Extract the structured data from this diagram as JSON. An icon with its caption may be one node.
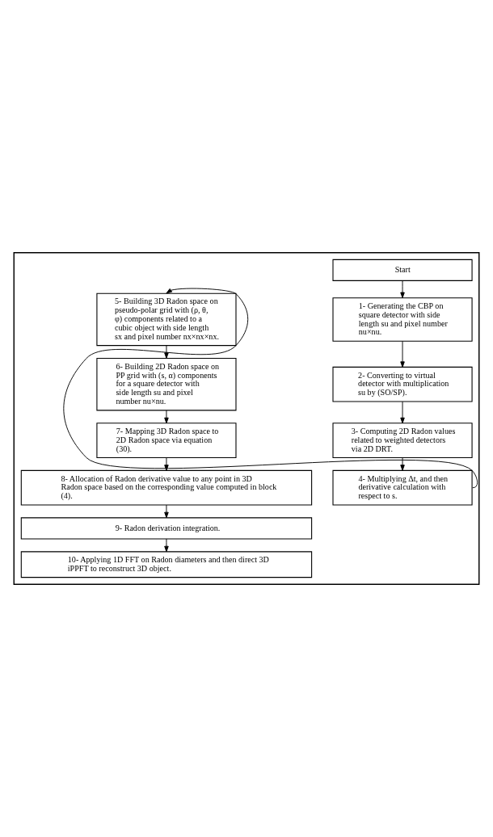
{
  "diagram": {
    "nodes": [
      {
        "text": [],
        "shape": "box"
      },
      {
        "text": [
          "Start"
        ],
        "in": 0
      },
      {
        "text": [
          "1- Generating the CBP on square detector with side length su and pixel number nu×nu."
        ],
        "in": 0
      },
      {
        "text": [
          "2- Converting to virtual detector with multiplication su by (SO/SP)."
        ],
        "in": 0
      },
      {
        "text": [
          "3- Computing 2D Radon values related to weighted detectors via 2D DRT."
        ],
        "in": 0
      },
      {
        "text": [
          "4- Multiplying Δt, and then derivative calculation with respect to s."
        ],
        "in": 0
      },
      {
        "text": [
          "5- Building 3D Radon space on pseudo-polar grid with (ρ, θ, φ) components related to a cubic object with side length sx and pixel number nx×nx×nx."
        ],
        "in": 0
      },
      {
        "text": [
          "6- Building 2D Radon space on PP grid with (s, α) components for a square detector with side length su and pixel number nu×nu."
        ],
        "in": 0
      },
      {
        "text": [
          "7- Mapping 3D Radon space to 2D Radon space via equation (30)."
        ],
        "in": 0
      },
      {
        "text": [
          "8- Allocation of Radon derivative value to any point in 3D Radon space based on the corresponding value computed in block (4)."
        ],
        "in": 0
      },
      {
        "text": [
          "9- Radon derivation integration."
        ],
        "in": 0
      },
      {
        "text": [
          "10- Applying 1D FFT on Radon diameters and then direct 3D iPPFT to reconstruct 3D object."
        ],
        "in": 0
      }
    ],
    "edges": [
      {
        "from": 1,
        "to": 2,
        "arrow": "to"
      },
      {
        "from": 2,
        "to": 3,
        "arrow": "to"
      },
      {
        "from": 3,
        "to": 4,
        "arrow": "to"
      },
      {
        "from": 4,
        "to": 5,
        "arrow": "to"
      },
      {
        "from": 5,
        "to": 6,
        "arrow": "to"
      },
      {
        "from": 6,
        "to": 7,
        "arrow": "to"
      },
      {
        "from": 7,
        "to": 8,
        "arrow": "to"
      },
      {
        "from": 8,
        "to": 9,
        "arrow": "to"
      },
      {
        "from": 9,
        "to": 10,
        "arrow": "to"
      },
      {
        "from": 10,
        "to": 11,
        "arrow": "to"
      }
    ]
  }
}
